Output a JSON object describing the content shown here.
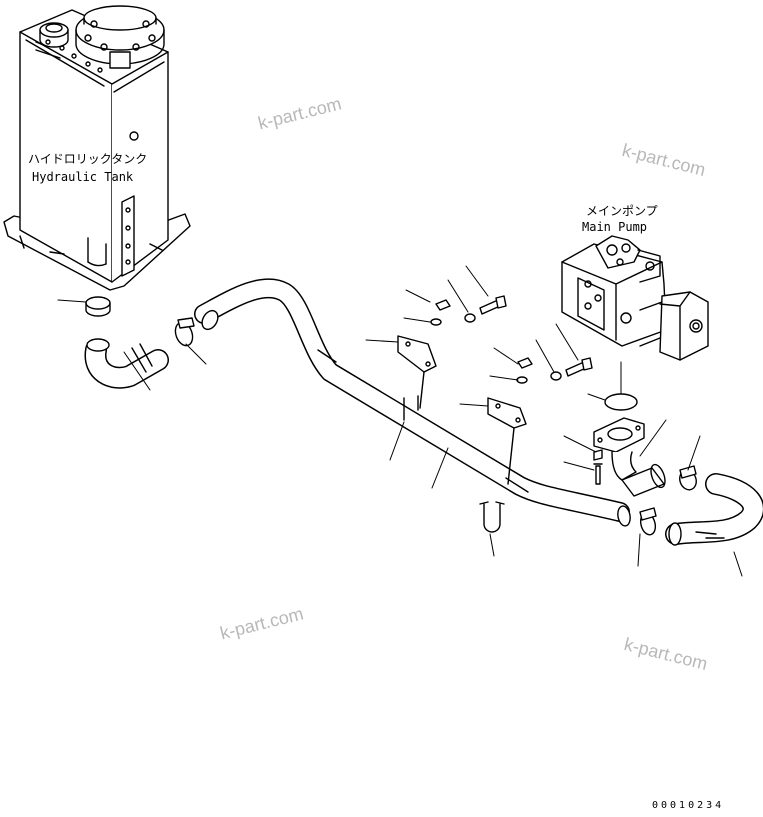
{
  "labels": {
    "tank_jp": "ハイドロリックタンク",
    "tank_en": "Hydraulic Tank",
    "pump_jp": "メインポンプ",
    "pump_en": "Main Pump"
  },
  "watermarks": [
    "k-part.com",
    "k-part.com",
    "k-part.com",
    "k-part.com"
  ],
  "drawing_code": "00010234"
}
